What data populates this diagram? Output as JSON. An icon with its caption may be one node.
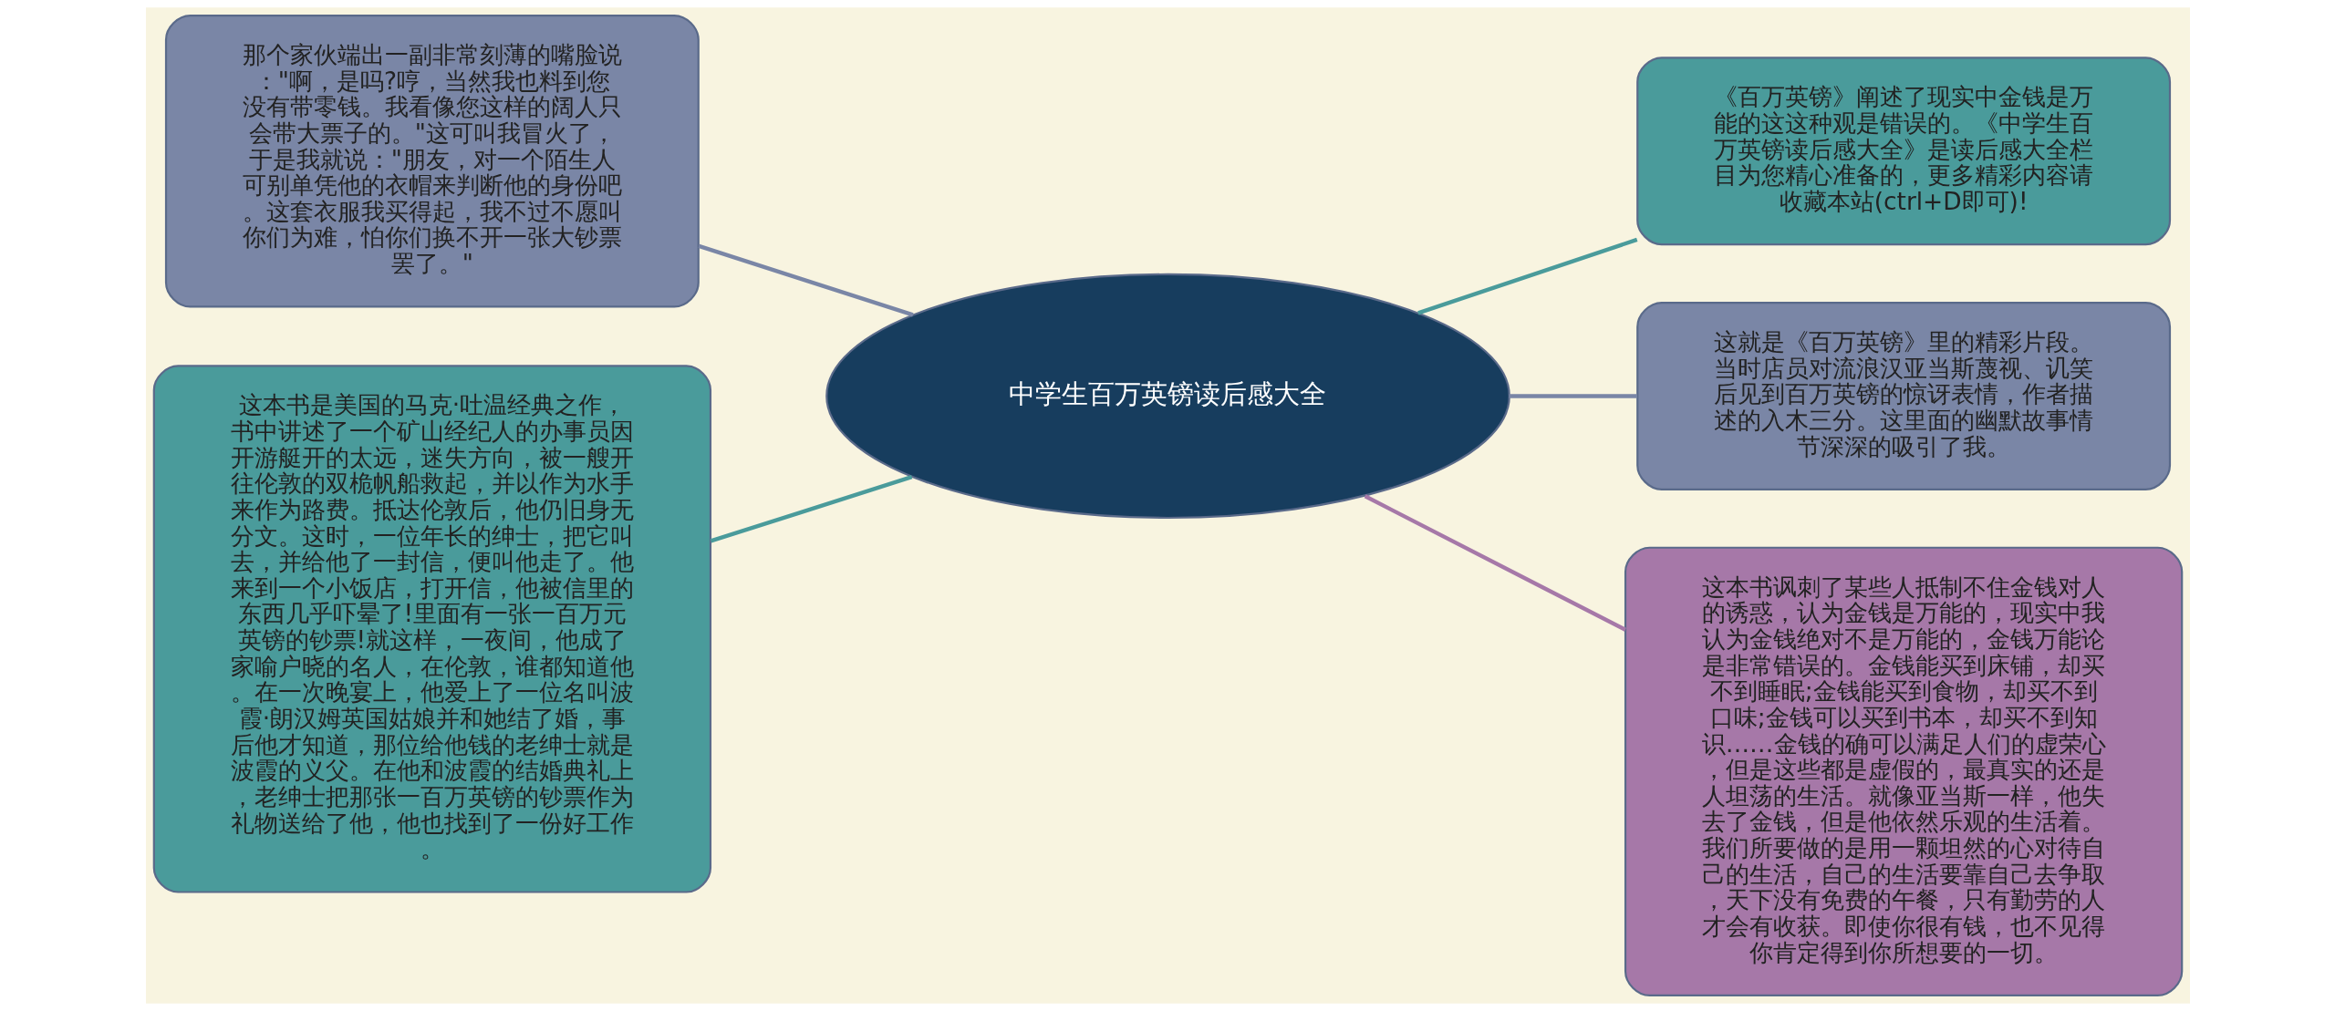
{
  "diagram": {
    "nodes": [
      {
        "text": [
          "中学生百万英镑读后感大全"
        ]
      },
      {
        "text": [
          "那个家伙端出一副非常刻薄的嘴脸说：\"啊，是吗?哼，当然我也料到您没有带零钱。我看像您这样的阔人只会带大票子的。\"这可叫我冒火了，于是我就说：\"朋友，对一个陌生人可别单凭他的衣帽来判断他的身份吧。这套衣服我买得起，我不过不愿叫你们为难，怕你们换不开一张大钞票罢了。\""
        ]
      },
      {
        "text": [
          "这本书是美国的马克·吐温经典之作，书中讲述了一个矿山经纪人的办事员因开游艇开的太远，迷失方向，被一艘开往伦敦的双桅帆船救起，并以作为水手来作为路费。抵达伦敦后，他仍旧身无分文。这时，一位年长的绅士，把它叫去，并给他了一封信，便叫他走了。他来到一个小饭店，打开信，他被信里的东西几乎吓晕了!里面有一张一百万元英镑的钞票!就这样，一夜间，他成了家喻户晓的名人，在伦敦，谁都知道他。在一次晚宴上，他爱上了一位名叫波霞·朗汉姆英国姑娘并和她结了婚，事后他才知道，那位给他钱的老绅士就是波霞的义父。在他和波霞的结婚典礼上，老绅士把那张一百万英镑的钞票作为礼物送给了他，他也找到了一份好工作。"
        ]
      },
      {
        "text": [
          "《百万英镑》阐述了现实中金钱是万能的这这种观是错误的。《中学生百万英镑读后感大全》是读后感大全栏目为您精心准备的，更多精彩内容请收藏本站(ctrl+D即可)!"
        ]
      },
      {
        "text": [
          "这就是《百万英镑》里的精彩片段。当时店员对流浪汉亚当斯蔑视、讥笑后见到百万英镑的惊讶表情，作者描述的入木三分。这里面的幽默故事情节深深的吸引了我。"
        ]
      },
      {
        "text": [
          "这本书讽刺了某些人抵制不住金钱对人的诱惑，认为金钱是万能的，现实中我认为金钱绝对不是万能的，金钱万能论是非常错误的。金钱能买到床铺，却买不到睡眠;金钱能买到食物，却买不到口味;金钱可以买到书本，却买不到知识……金钱的确可以满足人们的虚荣心，但是这些都是虚假的，最真实的还是人坦荡的生活。就像亚当斯一样，他失去了金钱，但是他依然乐观的生活着。我们所要做的是用一颗坦然的心对待自己的生活，自己的生活要靠自己去争取，天下没有免费的午餐，只有勤劳的人才会有收获。即使你很有钱，也不见得你肯定得到你所想要的一切。"
        ]
      }
    ],
    "edges": [
      {
        "from": 0,
        "to": 1,
        "arrow": "none",
        "color": "#7a86a6"
      },
      {
        "from": 0,
        "to": 2,
        "arrow": "none",
        "color": "#4a9b9b"
      },
      {
        "from": 0,
        "to": 3,
        "arrow": "none",
        "color": "#4a9b9b"
      },
      {
        "from": 0,
        "to": 4,
        "arrow": "none",
        "color": "#7a86a6"
      },
      {
        "from": 0,
        "to": 5,
        "arrow": "none",
        "color": "#a678a8"
      }
    ]
  }
}
